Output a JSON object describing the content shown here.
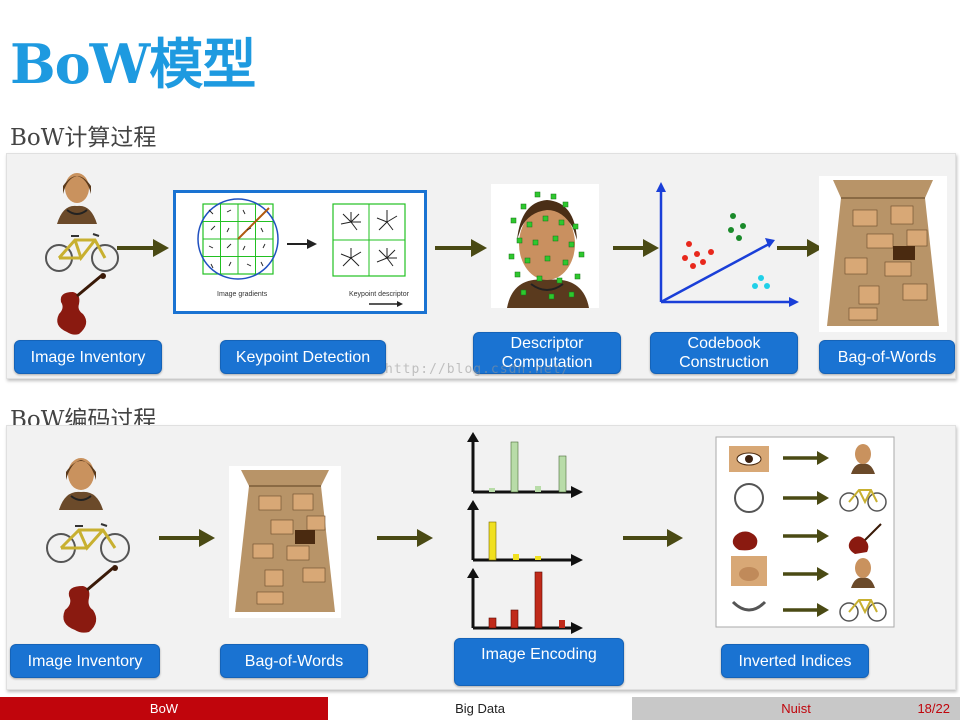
{
  "title": "BoW模型",
  "section1": {
    "heading": "BoW计算过程",
    "labels": {
      "image_inventory": "Image Inventory",
      "keypoint_detection": "Keypoint Detection",
      "descriptor_computation": "Descriptor Computation",
      "codebook_construction": "Codebook Construction",
      "bag_of_words": "Bag-of-Words"
    },
    "keypoint_captions": {
      "gradients": "Image gradients",
      "descriptor": "Keypoint descriptor"
    }
  },
  "section2": {
    "heading": "BoW编码过程",
    "labels": {
      "image_inventory": "Image Inventory",
      "bag_of_words": "Bag-of-Words",
      "image_encoding": "Image Encoding",
      "inverted_indices": "Inverted Indices"
    }
  },
  "watermark": "http://blog.csdn.net/",
  "footer": {
    "left": "BoW",
    "center": "Big Data",
    "right": "Nuist",
    "page": "18/22"
  },
  "colors": {
    "title_blue": "#1e9ae0",
    "label_blue": "#1a73d2",
    "arrow_olive": "#4a4a14",
    "footer_red": "#c0050c"
  }
}
